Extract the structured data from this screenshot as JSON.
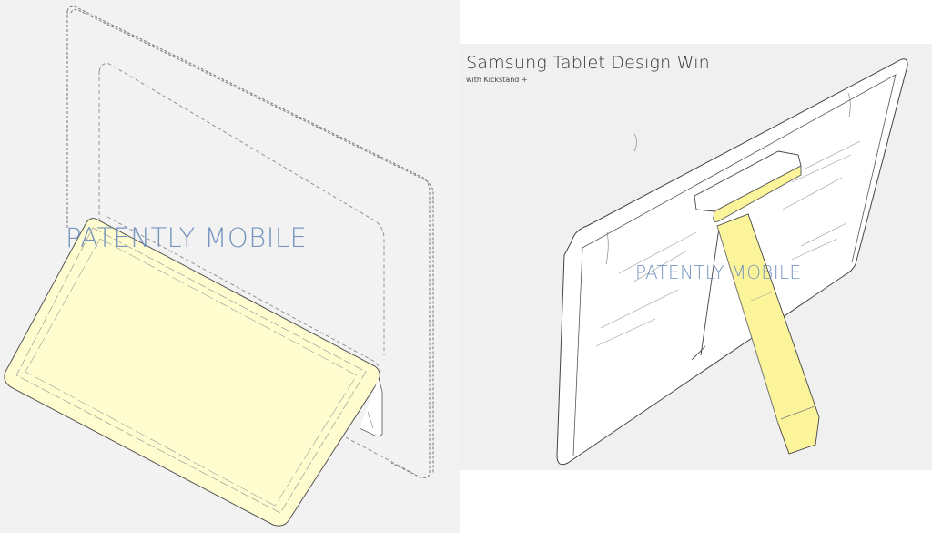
{
  "figure": {
    "title": "Samsung Tablet Design Win",
    "subtitle": "with Kickstand +",
    "watermark_left": "PATENTLY MOBILE",
    "watermark_right": "PATENTLY MOBILE"
  },
  "colors": {
    "background_gray": "#f2f2f2",
    "tablet_fill_yellow": "#fffdd0",
    "kickstand_yellow": "#fcf49a",
    "watermark_blue": "#7191bd",
    "line_gray": "#555555"
  },
  "panels": [
    {
      "id": "left",
      "description": "Tablet leaning forward on folded stand, dashed outline of display"
    },
    {
      "id": "right",
      "description": "Rear view of tablet with yellow kickstand deployed"
    }
  ]
}
